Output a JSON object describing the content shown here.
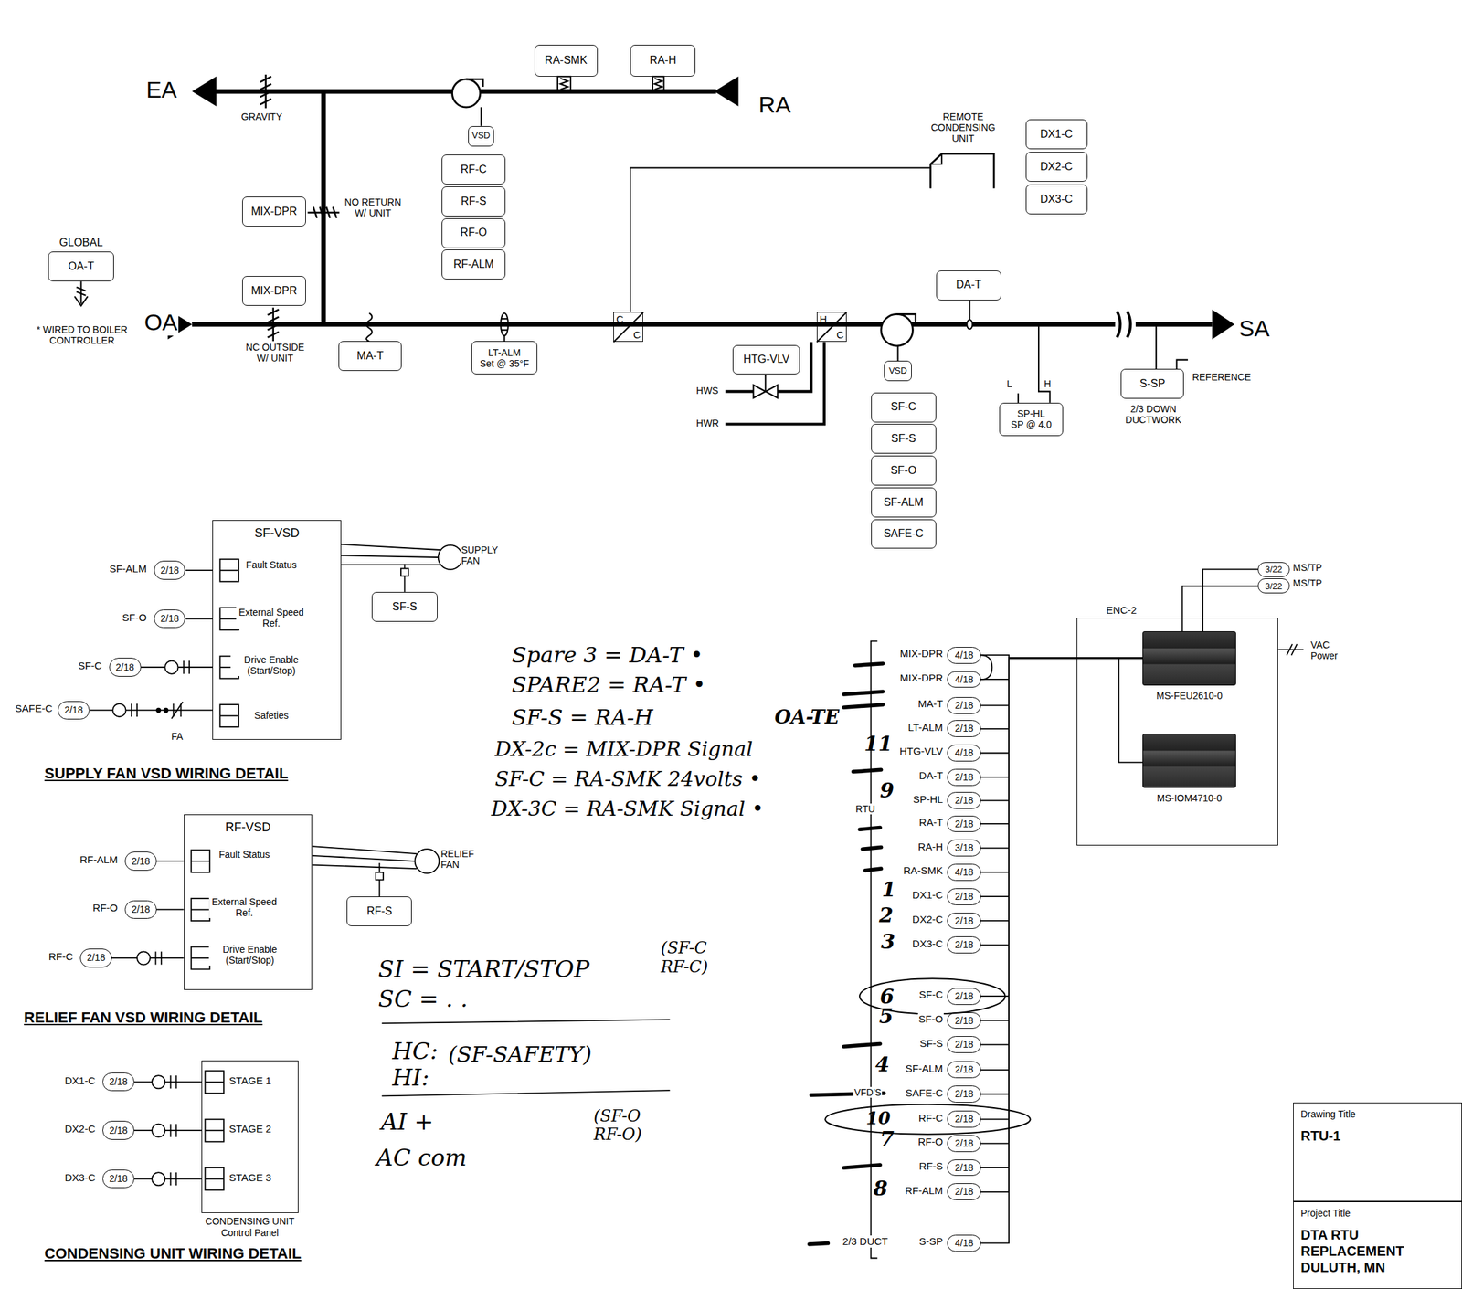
{
  "diagram": {
    "nodes": [
      {
        "text": [
          "RA-SMK"
        ]
      },
      {
        "text": [
          "RA-H"
        ]
      },
      {
        "text": [
          "DX1-C"
        ]
      },
      {
        "text": [
          "DX2-C"
        ]
      },
      {
        "text": [
          "DX3-C"
        ]
      },
      {
        "text": [
          "VSD"
        ]
      },
      {
        "text": [
          "RF-C"
        ]
      },
      {
        "text": [
          "RF-S"
        ]
      },
      {
        "text": [
          "RF-O"
        ]
      },
      {
        "text": [
          "RF-ALM"
        ]
      },
      {
        "text": [
          "MIX-DPR"
        ]
      },
      {
        "text": [
          "GLOBAL",
          "OA-T"
        ]
      },
      {
        "text": [
          "MIX-DPR"
        ]
      },
      {
        "text": [
          "MA-T"
        ]
      },
      {
        "text": [
          "LT-ALM",
          "Set @ 35°F"
        ]
      },
      {
        "text": [
          "C",
          "C"
        ]
      },
      {
        "text": [
          "H",
          "C"
        ]
      },
      {
        "text": [
          "HTG-VLV"
        ]
      },
      {
        "text": [
          "VSD"
        ]
      },
      {
        "text": [
          "SF-C"
        ]
      },
      {
        "text": [
          "SF-S"
        ]
      },
      {
        "text": [
          "SF-O"
        ]
      },
      {
        "text": [
          "SF-ALM"
        ]
      },
      {
        "text": [
          "SAFE-C"
        ]
      },
      {
        "text": [
          "DA-T"
        ]
      },
      {
        "text": [
          "SP-HL",
          "SP @ 4.0"
        ]
      },
      {
        "text": [
          "S-SP"
        ]
      },
      {
        "text": [
          "SF-VSD"
        ]
      },
      {
        "text": [
          "2/18"
        ]
      },
      {
        "text": [
          "2/18"
        ]
      },
      {
        "text": [
          "2/18"
        ]
      },
      {
        "text": [
          "2/18"
        ]
      },
      {
        "text": [
          "SF-S"
        ]
      },
      {
        "text": [
          "RF-VSD"
        ]
      },
      {
        "text": [
          "2/18"
        ]
      },
      {
        "text": [
          "2/18"
        ]
      },
      {
        "text": [
          "2/18"
        ]
      },
      {
        "text": [
          "RF-S"
        ]
      },
      {
        "text": [
          "CONDENSING UNIT Control Panel"
        ]
      },
      {
        "text": [
          "2/18"
        ]
      },
      {
        "text": [
          "2/18"
        ]
      },
      {
        "text": [
          "2/18"
        ]
      },
      {
        "text": [
          "4/18"
        ]
      },
      {
        "text": [
          "4/18"
        ]
      },
      {
        "text": [
          "2/18"
        ]
      },
      {
        "text": [
          "2/18"
        ]
      },
      {
        "text": [
          "4/18"
        ]
      },
      {
        "text": [
          "2/18"
        ]
      },
      {
        "text": [
          "2/18"
        ]
      },
      {
        "text": [
          "2/18"
        ]
      },
      {
        "text": [
          "3/18"
        ]
      },
      {
        "text": [
          "4/18"
        ]
      },
      {
        "text": [
          "2/18"
        ]
      },
      {
        "text": [
          "2/18"
        ]
      },
      {
        "text": [
          "2/18"
        ]
      },
      {
        "text": [
          "2/18"
        ]
      },
      {
        "text": [
          "2/18"
        ]
      },
      {
        "text": [
          "2/18"
        ]
      },
      {
        "text": [
          "2/18"
        ]
      },
      {
        "text": [
          "2/18"
        ]
      },
      {
        "text": [
          "2/18"
        ]
      },
      {
        "text": [
          "2/18"
        ]
      },
      {
        "text": [
          "2/18"
        ]
      },
      {
        "text": [
          "2/18"
        ]
      },
      {
        "text": [
          "4/18"
        ]
      },
      {
        "text": [
          "ENC-2"
        ]
      },
      {
        "text": [
          "MS-FEU2610-0"
        ],
        "in": 65
      },
      {
        "text": [
          "MS-IOM4710-0"
        ],
        "in": 65
      },
      {
        "text": [
          "3/22"
        ]
      },
      {
        "text": [
          "3/22"
        ]
      },
      {
        "text": [
          "Drawing Title",
          "RTU-1"
        ]
      },
      {
        "text": [
          "Project Title",
          "DTA RTU REPLACEMENT DULUTH, MN"
        ]
      }
    ],
    "edges": [
      {
        "from": 28,
        "to": 27,
        "arrow": "none"
      },
      {
        "from": 29,
        "to": 27,
        "arrow": "none"
      },
      {
        "from": 30,
        "to": 27,
        "arrow": "none"
      },
      {
        "from": 31,
        "to": 27,
        "arrow": "none"
      },
      {
        "from": 34,
        "to": 33,
        "arrow": "none"
      },
      {
        "from": 35,
        "to": 33,
        "arrow": "none"
      },
      {
        "from": 36,
        "to": 33,
        "arrow": "none"
      },
      {
        "from": 39,
        "to": 38,
        "arrow": "none"
      },
      {
        "from": 40,
        "to": 38,
        "arrow": "none"
      },
      {
        "from": 41,
        "to": 38,
        "arrow": "none"
      },
      {
        "from": 68,
        "to": 66,
        "arrow": "none"
      },
      {
        "from": 69,
        "to": 66,
        "arrow": "none"
      },
      {
        "from": 42,
        "to": 66,
        "arrow": "none"
      },
      {
        "from": 43,
        "to": 66,
        "arrow": "none"
      },
      {
        "from": 44,
        "to": 66,
        "arrow": "none"
      },
      {
        "from": 45,
        "to": 66,
        "arrow": "none"
      },
      {
        "from": 46,
        "to": 66,
        "arrow": "none"
      },
      {
        "from": 47,
        "to": 66,
        "arrow": "none"
      },
      {
        "from": 48,
        "to": 66,
        "arrow": "none"
      },
      {
        "from": 49,
        "to": 66,
        "arrow": "none"
      },
      {
        "from": 50,
        "to": 66,
        "arrow": "none"
      },
      {
        "from": 51,
        "to": 66,
        "arrow": "none"
      },
      {
        "from": 52,
        "to": 66,
        "arrow": "none"
      },
      {
        "from": 53,
        "to": 66,
        "arrow": "none"
      },
      {
        "from": 54,
        "to": 66,
        "arrow": "none"
      },
      {
        "from": 55,
        "to": 66,
        "arrow": "none"
      },
      {
        "from": 56,
        "to": 66,
        "arrow": "none"
      },
      {
        "from": 57,
        "to": 66,
        "arrow": "none"
      },
      {
        "from": 58,
        "to": 66,
        "arrow": "none"
      },
      {
        "from": 59,
        "to": 66,
        "arrow": "none"
      },
      {
        "from": 60,
        "to": 66,
        "arrow": "none"
      },
      {
        "from": 61,
        "to": 66,
        "arrow": "none"
      },
      {
        "from": 62,
        "to": 66,
        "arrow": "none"
      },
      {
        "from": 63,
        "to": 66,
        "arrow": "none"
      },
      {
        "from": 64,
        "to": 66,
        "arrow": "none"
      }
    ],
    "labels": [
      "EA",
      "GRAVITY",
      "RA",
      "REMOTE CONDENSING UNIT",
      "NO RETURN W/ UNIT",
      "OA",
      "* WIRED TO BOILER CONTROLLER",
      "NC OUTSIDE W/ UNIT",
      "SA",
      "HWS",
      "HWR",
      "L",
      "H",
      "REFERENCE",
      "2/3 DOWN DUCTWORK",
      "Fault Status",
      "External Speed Ref.",
      "Drive Enable (Start/Stop)",
      "Safeties",
      "SUPPLY FAN",
      "SF-ALM",
      "SF-O",
      "SF-C",
      "SAFE-C",
      "FA",
      "SUPPLY FAN VSD WIRING DETAIL",
      "Fault Status",
      "External Speed Ref.",
      "Drive Enable (Start/Stop)",
      "RELIEF FAN",
      "RF-ALM",
      "RF-O",
      "RF-C",
      "RELIEF FAN VSD WIRING DETAIL",
      "DX1-C",
      "DX2-C",
      "DX3-C",
      "STAGE 1",
      "STAGE 2",
      "STAGE 3",
      "CONDENSING UNIT WIRING DETAIL",
      "RTU",
      "MIX-DPR",
      "MIX-DPR",
      "MA-T",
      "LT-ALM",
      "HTG-VLV",
      "DA-T",
      "SP-HL",
      "RA-T",
      "RA-H",
      "RA-SMK",
      "DX1-C",
      "DX2-C",
      "DX3-C",
      "SF-C",
      "SF-O",
      "SF-S",
      "SF-ALM",
      "SAFE-C",
      "RF-C",
      "RF-O",
      "RF-S",
      "RF-ALM",
      "S-SP",
      "2/3 DUCT",
      "VFD'S",
      "MS/TP",
      "MS/TP",
      "VAC Power",
      "Spare 3 = DA-T •",
      "SPARE2 = RA-T •",
      "SF-S = RA-H",
      "OA-TE",
      "DX-2c = MIX-DPR Signal",
      "SF-C = RA-SMK 24volts •",
      "DX-3C = RA-SMK Signal •",
      "SI = START/STOP",
      "(SF-C RF-C)",
      "SC = . .",
      "HC:",
      "HI:",
      "(SF-SAFETY)",
      "AI +",
      "AC com",
      "(SF-O RF-O)",
      "11",
      "9",
      "1",
      "2",
      "3",
      "6",
      "5",
      "4",
      "10",
      "7",
      "8"
    ]
  }
}
